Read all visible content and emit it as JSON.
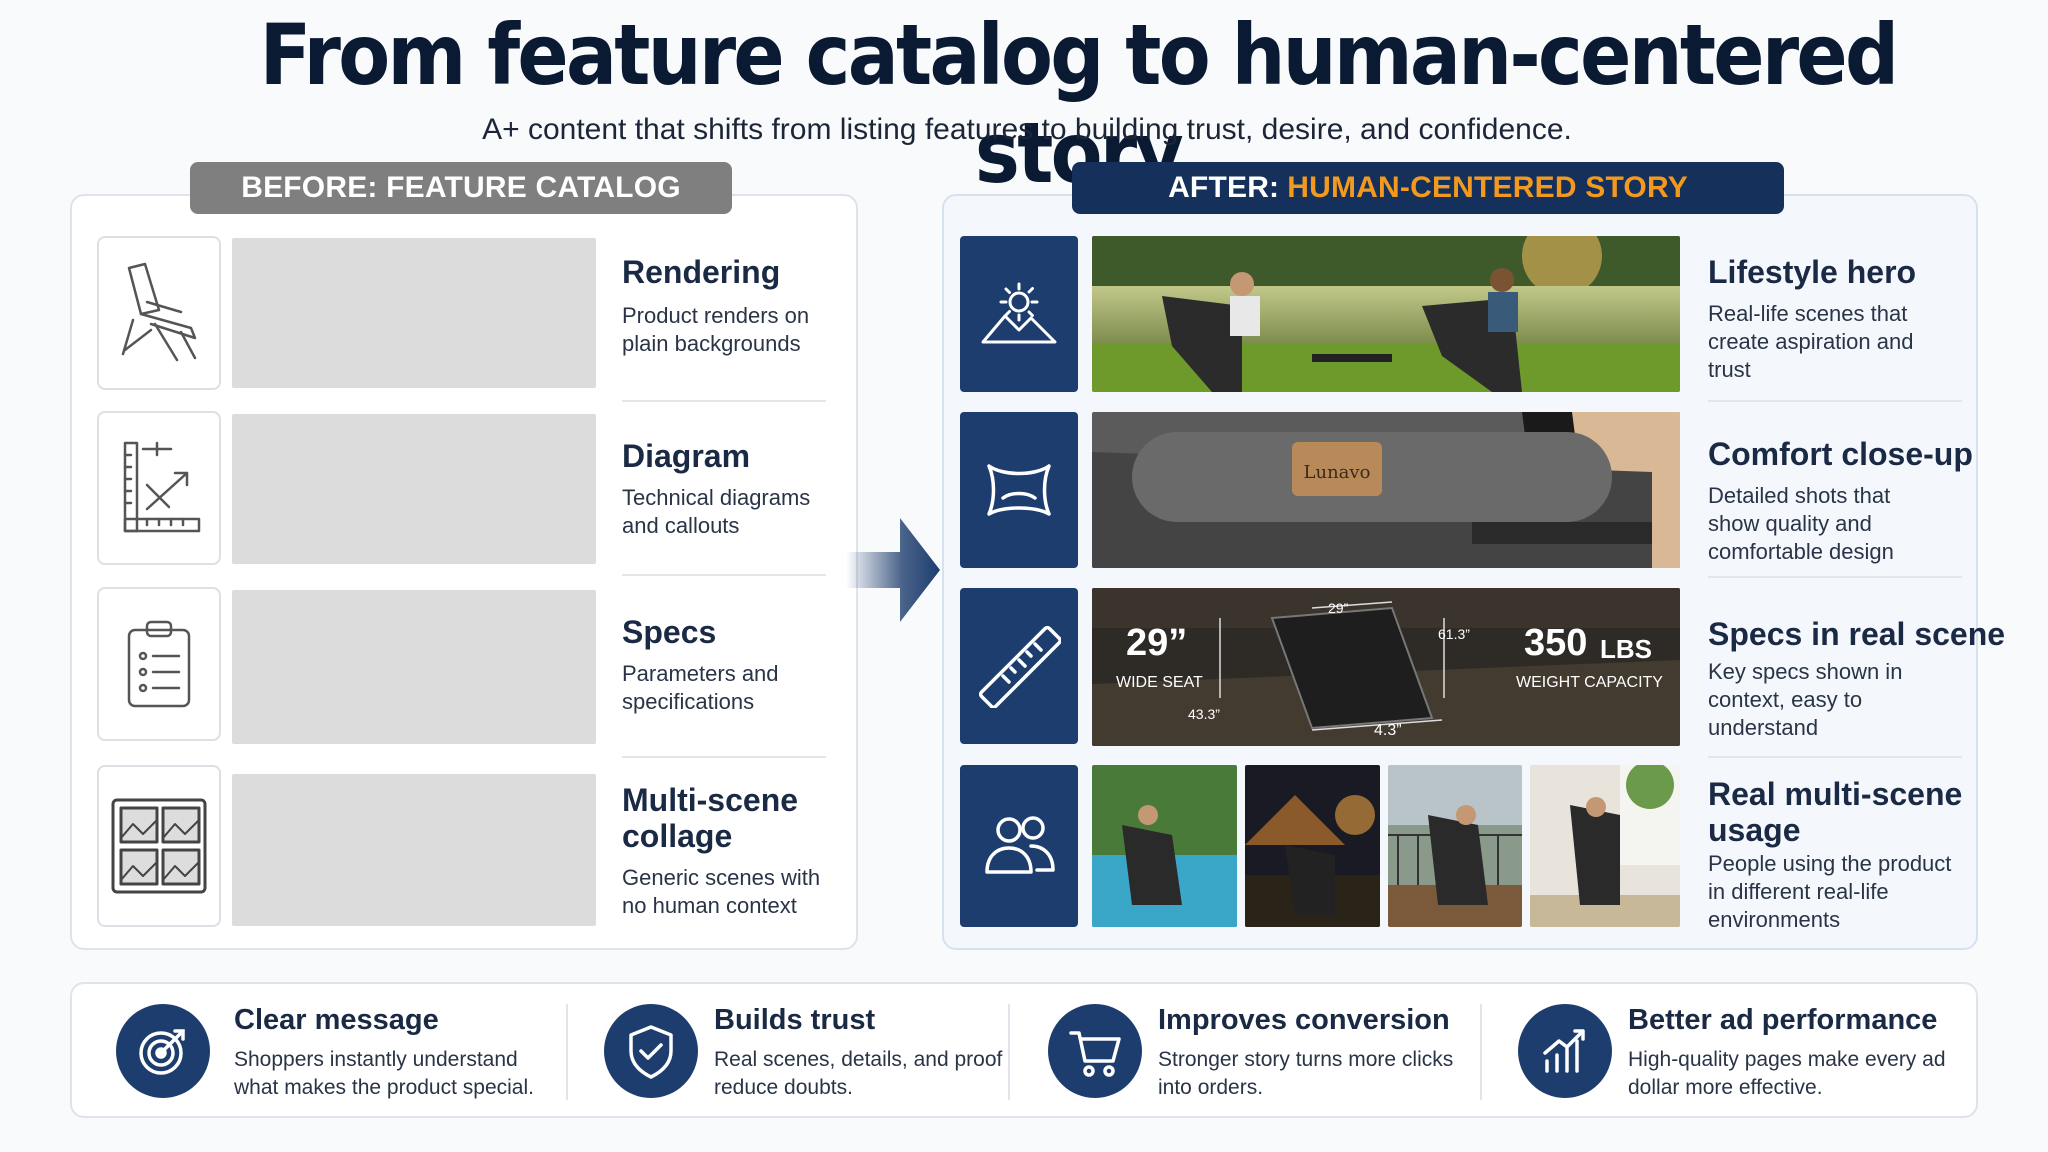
{
  "header": {
    "title": "From feature catalog to human-centered story",
    "subtitle": "A+ content that shifts from listing features to building trust, desire, and confidence."
  },
  "before": {
    "label": "BEFORE: FEATURE CATALOG",
    "rows": [
      {
        "title": "Rendering",
        "desc": "Product renders on plain backgrounds",
        "icon": "lounge-chair-icon"
      },
      {
        "title": "Diagram",
        "desc": "Technical diagrams and callouts",
        "icon": "ruler-diagram-icon"
      },
      {
        "title": "Specs",
        "desc": "Parameters and specifications",
        "icon": "clipboard-checklist-icon"
      },
      {
        "title": "Multi-scene collage",
        "desc": "Generic scenes with no human context",
        "icon": "image-collage-icon"
      }
    ]
  },
  "after": {
    "label_prefix": "AFTER:",
    "label_accent": "HUMAN-CENTERED STORY",
    "rows": [
      {
        "title": "Lifestyle hero",
        "desc": "Real-life scenes that create aspiration and trust",
        "icon": "sun-mountain-icon"
      },
      {
        "title": "Comfort close-up",
        "desc": "Detailed shots that show quality and comfortable design",
        "icon": "pillow-icon"
      },
      {
        "title": "Specs in real scene",
        "desc": "Key specs shown in context, easy to understand",
        "icon": "ruler-icon"
      },
      {
        "title": "Real multi-scene usage",
        "desc": "People using the product in different real-life environments",
        "icon": "people-icon"
      }
    ],
    "pillow_brand": "Lunavo",
    "specs_overlay": {
      "seat_value": "29”",
      "seat_label": "WIDE SEAT",
      "weight_value": "350",
      "weight_unit": "LBS",
      "weight_label": "WEIGHT CAPACITY",
      "dim_top": "29”",
      "dim_right": "61.3”",
      "dim_left": "43.3”",
      "dim_bottom": "4.3”"
    }
  },
  "benefits": [
    {
      "title": "Clear message",
      "desc": "Shoppers instantly understand what makes the product special.",
      "icon": "target-icon"
    },
    {
      "title": "Builds trust",
      "desc": "Real scenes, details, and proof reduce doubts.",
      "icon": "shield-check-icon"
    },
    {
      "title": "Improves conversion",
      "desc": "Stronger story turns more clicks into orders.",
      "icon": "cart-icon"
    },
    {
      "title": "Better ad performance",
      "desc": "High-quality pages make every ad dollar more effective.",
      "icon": "bar-chart-icon"
    }
  ],
  "colors": {
    "navy": "#1d3d6e",
    "accent_orange": "#f39a1e",
    "before_gray": "#7f7f7f"
  }
}
